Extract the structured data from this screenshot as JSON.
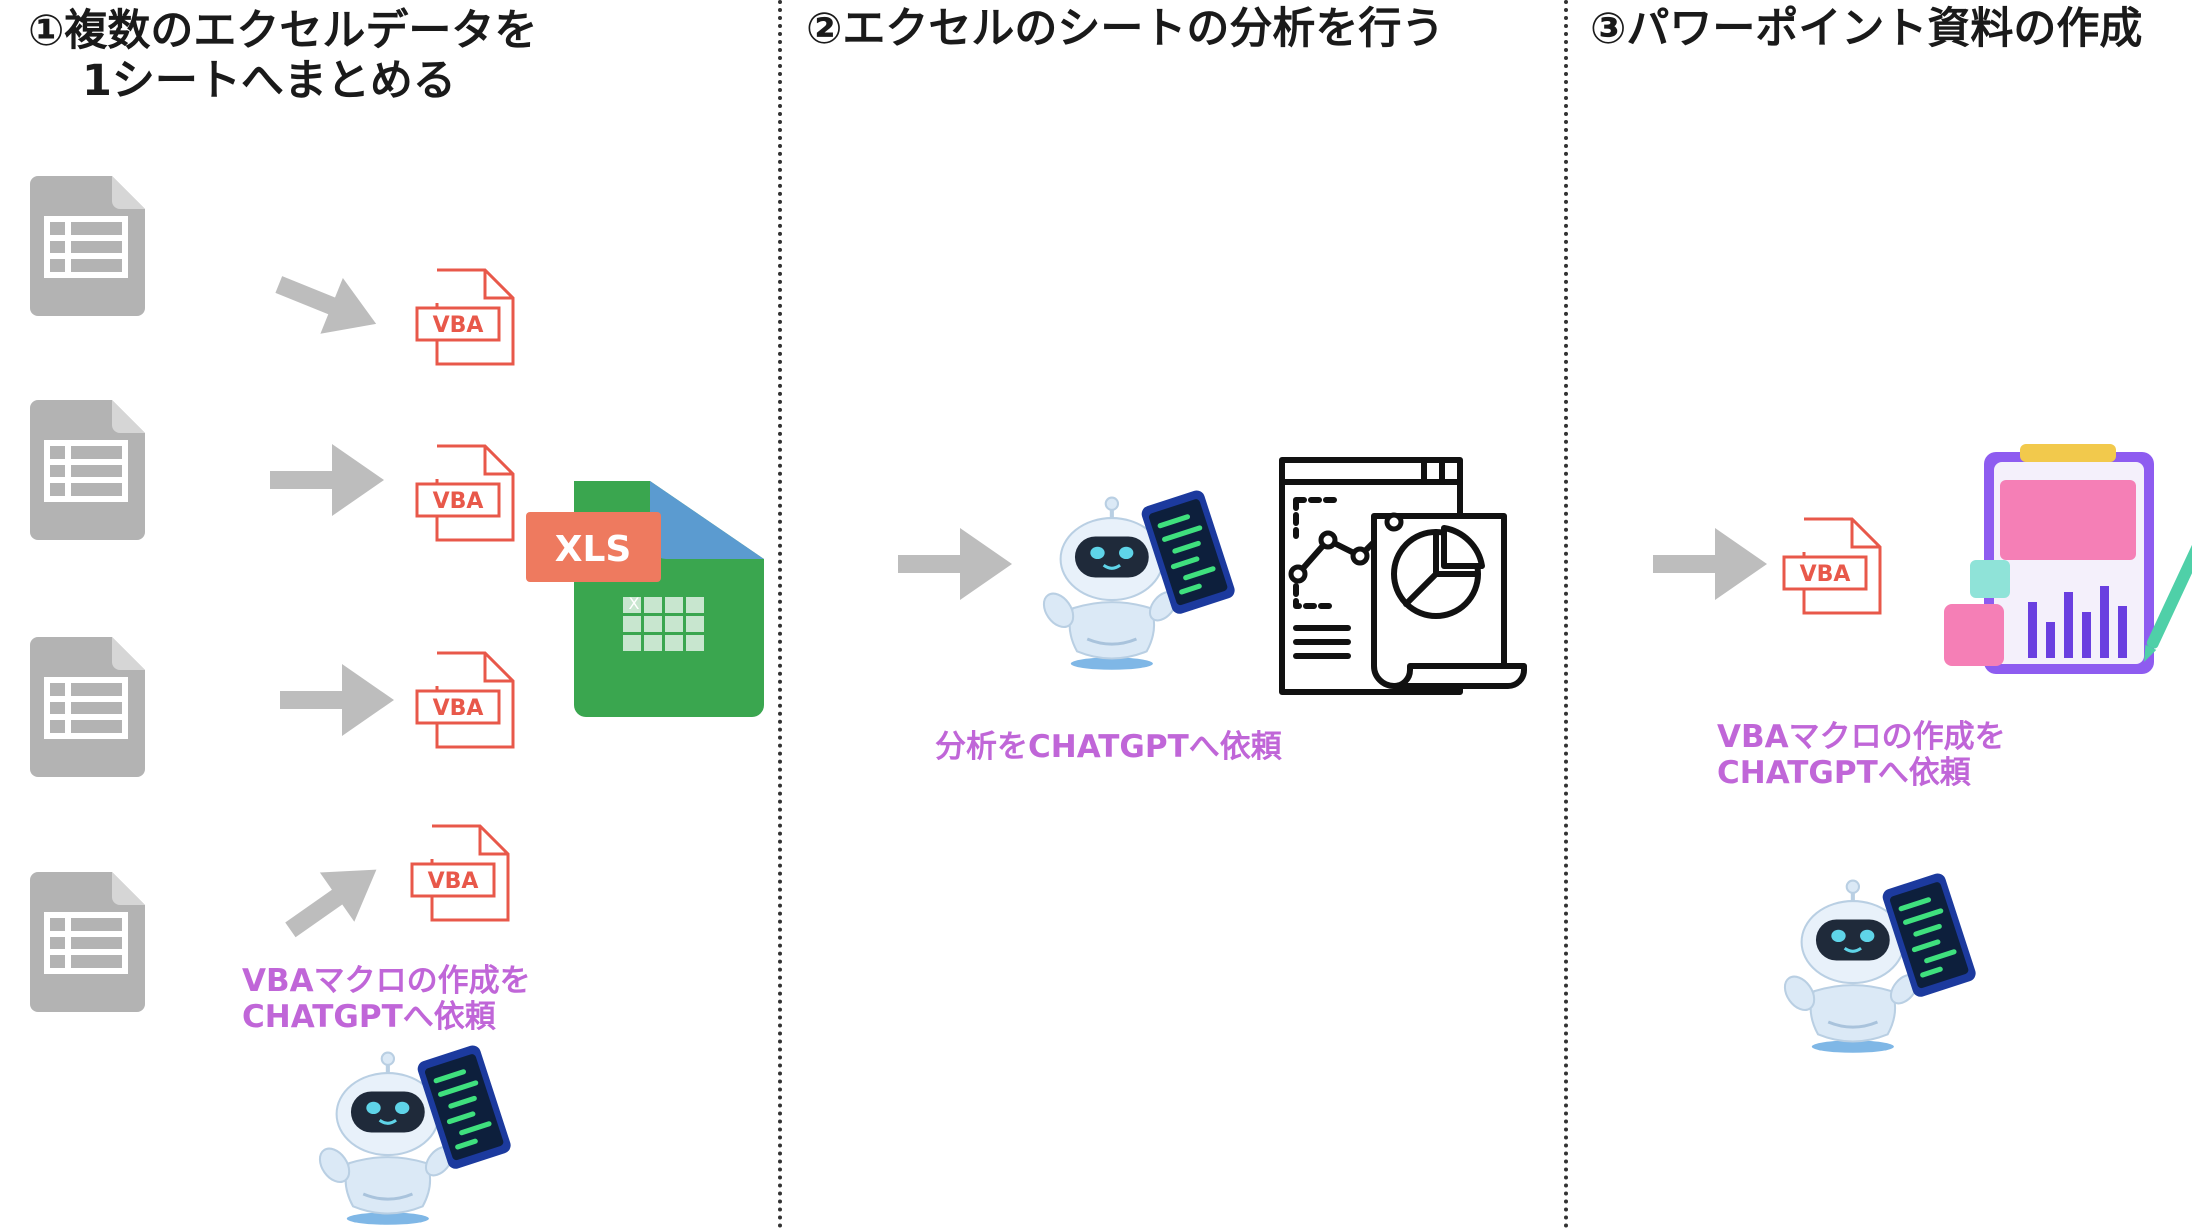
{
  "sections": [
    {
      "title_lines": [
        "①複数のエクセルデータを",
        "1シートへまとめる"
      ],
      "caption_lines": [
        "VBAマクロの作成を",
        "CHATGPTへ依頼"
      ]
    },
    {
      "title_lines": [
        "②エクセルのシートの分析を行う"
      ],
      "caption_lines": [
        "分析をCHATGPTへ依頼"
      ]
    },
    {
      "title_lines": [
        "③パワーポイント資料の作成"
      ],
      "caption_lines": [
        "VBAマクロの作成を",
        "CHATGPTへ依頼"
      ]
    }
  ],
  "file_badges": {
    "vba": "VBA",
    "xls": "XLS",
    "xls_mark": "X"
  },
  "icons": {
    "sheet": "spreadsheet-file-icon",
    "vba": "vba-file-icon",
    "xls": "xls-file-icon",
    "robot": "robot-with-tablet-icon",
    "analytics": "analytics-report-icon",
    "presentation": "presentation-clipboard-icon",
    "arrow": "arrow-icon"
  },
  "colors": {
    "caption": "#c066d8",
    "arrow": "#bdbdbd",
    "vba": "#e8584a",
    "xls_green": "#3aa64f",
    "xls_badge": "#ee7a5f",
    "sheet_grey": "#b3b3b3"
  }
}
